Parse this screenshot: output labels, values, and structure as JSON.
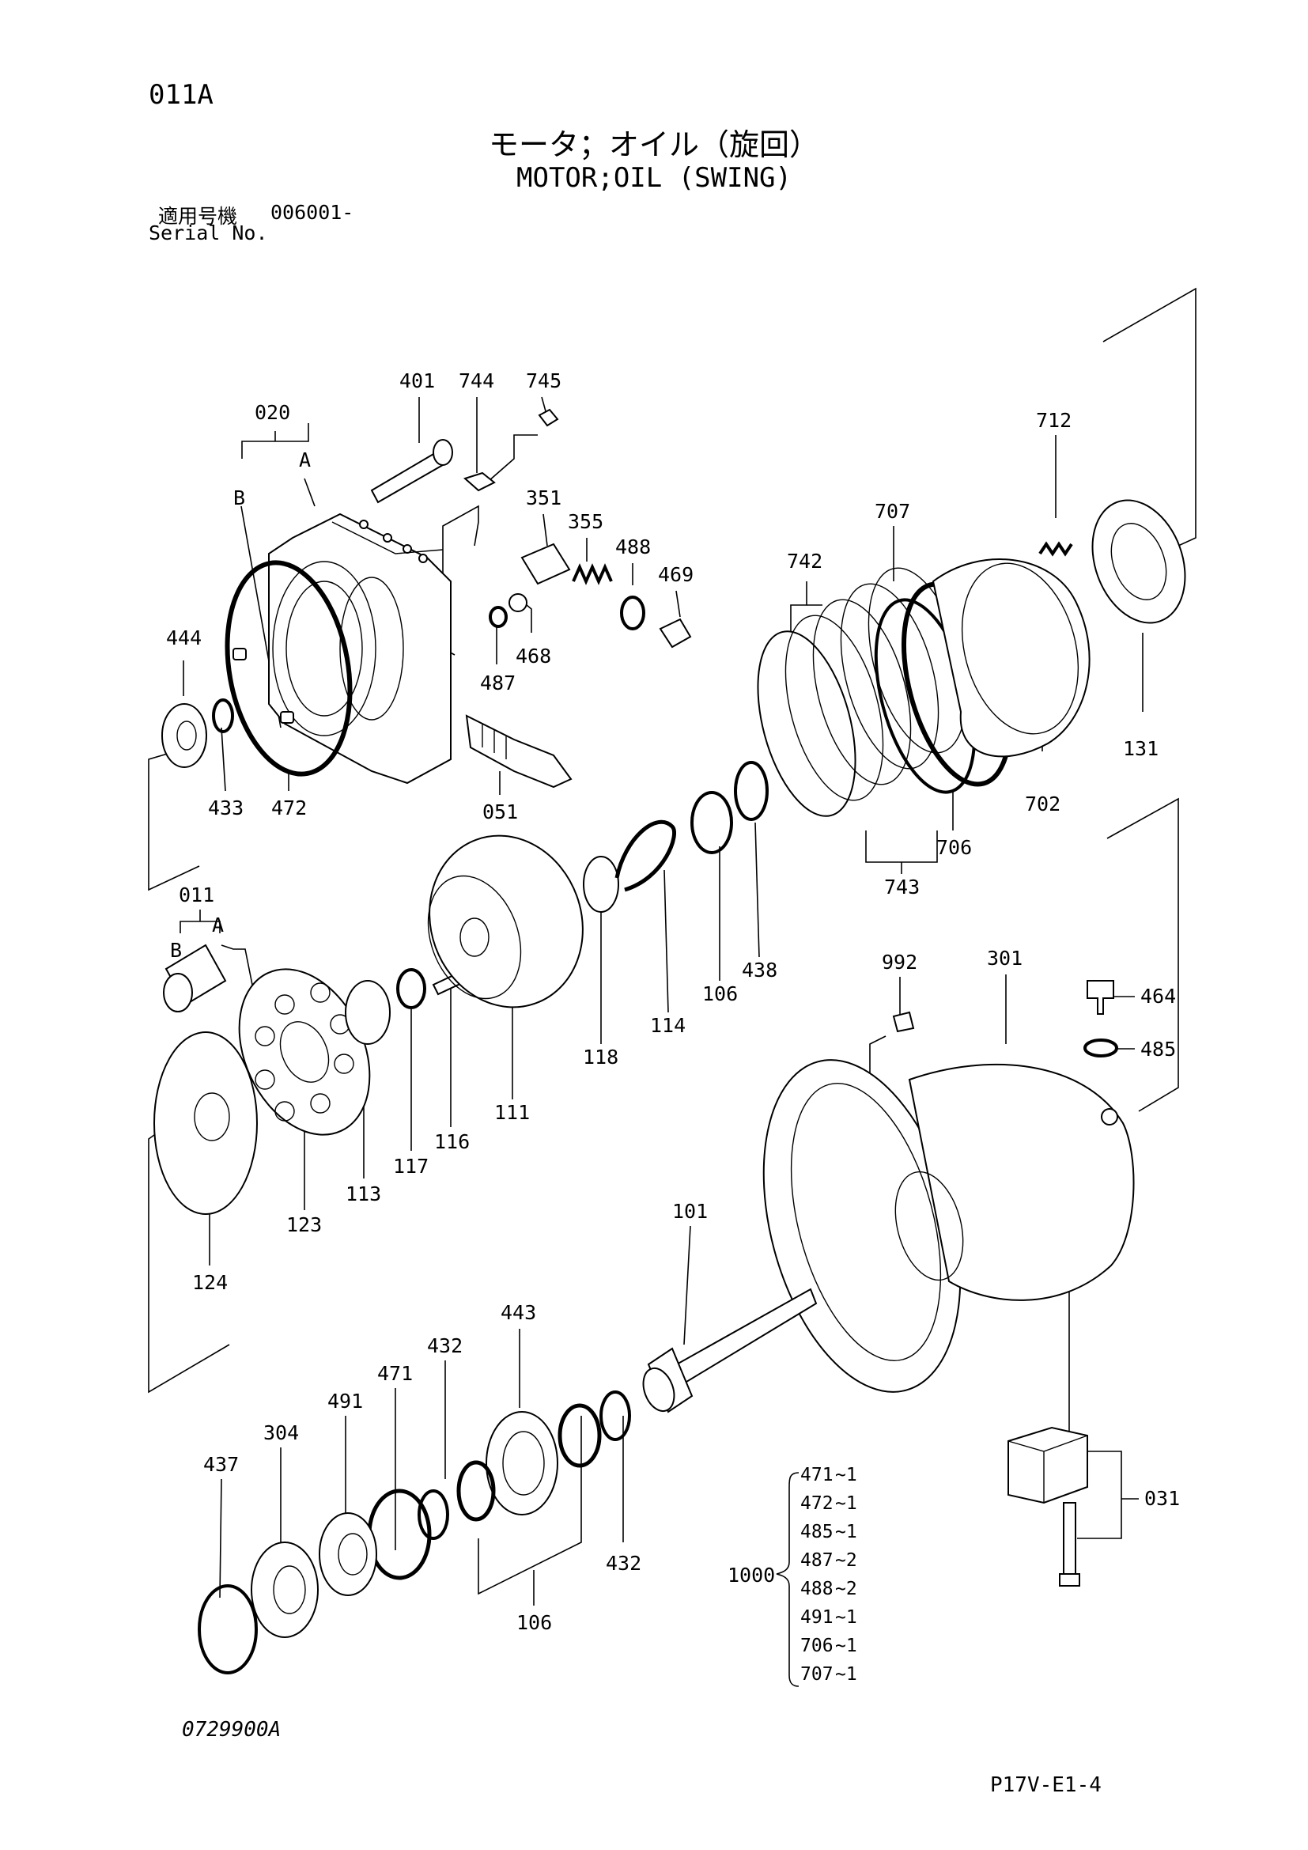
{
  "header": {
    "page_code": "011A",
    "title_jp": "モータ；オイル（旋回）",
    "title_en": "MOTOR;OIL (SWING)",
    "serial_label_jp": "適用号機",
    "serial_value": "006001-",
    "serial_label_en": "Serial No."
  },
  "callouts": [
    {
      "id": "020"
    },
    {
      "id": "A"
    },
    {
      "id": "B"
    },
    {
      "id": "401"
    },
    {
      "id": "744"
    },
    {
      "id": "745"
    },
    {
      "id": "351"
    },
    {
      "id": "355"
    },
    {
      "id": "488"
    },
    {
      "id": "469"
    },
    {
      "id": "468"
    },
    {
      "id": "487"
    },
    {
      "id": "444"
    },
    {
      "id": "433"
    },
    {
      "id": "472"
    },
    {
      "id": "051"
    },
    {
      "id": "742"
    },
    {
      "id": "707"
    },
    {
      "id": "712"
    },
    {
      "id": "131"
    },
    {
      "id": "702"
    },
    {
      "id": "706"
    },
    {
      "id": "743"
    },
    {
      "id": "011"
    },
    {
      "id": "A"
    },
    {
      "id": "B"
    },
    {
      "id": "438"
    },
    {
      "id": "106"
    },
    {
      "id": "114"
    },
    {
      "id": "118"
    },
    {
      "id": "111"
    },
    {
      "id": "116"
    },
    {
      "id": "117"
    },
    {
      "id": "113"
    },
    {
      "id": "123"
    },
    {
      "id": "124"
    },
    {
      "id": "992"
    },
    {
      "id": "301"
    },
    {
      "id": "464"
    },
    {
      "id": "485"
    },
    {
      "id": "101"
    },
    {
      "id": "443"
    },
    {
      "id": "432"
    },
    {
      "id": "471"
    },
    {
      "id": "491"
    },
    {
      "id": "304"
    },
    {
      "id": "437"
    },
    {
      "id": "432"
    },
    {
      "id": "106"
    },
    {
      "id": "031"
    }
  ],
  "kit": {
    "id": "1000",
    "items": [
      {
        "part": "471",
        "qty": "~1"
      },
      {
        "part": "472",
        "qty": "~1"
      },
      {
        "part": "485",
        "qty": "~1"
      },
      {
        "part": "487",
        "qty": "~2"
      },
      {
        "part": "488",
        "qty": "~2"
      },
      {
        "part": "491",
        "qty": "~1"
      },
      {
        "part": "706",
        "qty": "~1"
      },
      {
        "part": "707",
        "qty": "~1"
      }
    ]
  },
  "footer": {
    "drawing_no": "0729900A",
    "sheet_no": "P17V-E1-4"
  }
}
